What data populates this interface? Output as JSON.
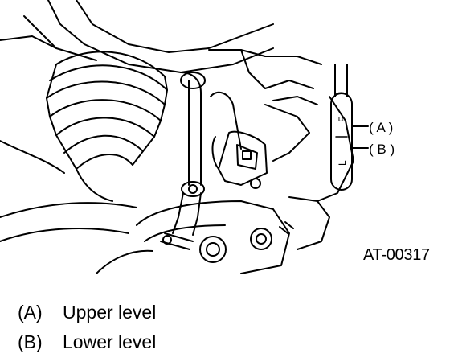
{
  "figure": {
    "code": "AT-00317",
    "callouts": {
      "a": "( A )",
      "b": "( B )"
    },
    "dipstick_marks": {
      "full": "F",
      "low": "L"
    }
  },
  "legend": [
    {
      "key": "(A)",
      "text": "Upper level"
    },
    {
      "key": "(B)",
      "text": "Lower level"
    }
  ]
}
